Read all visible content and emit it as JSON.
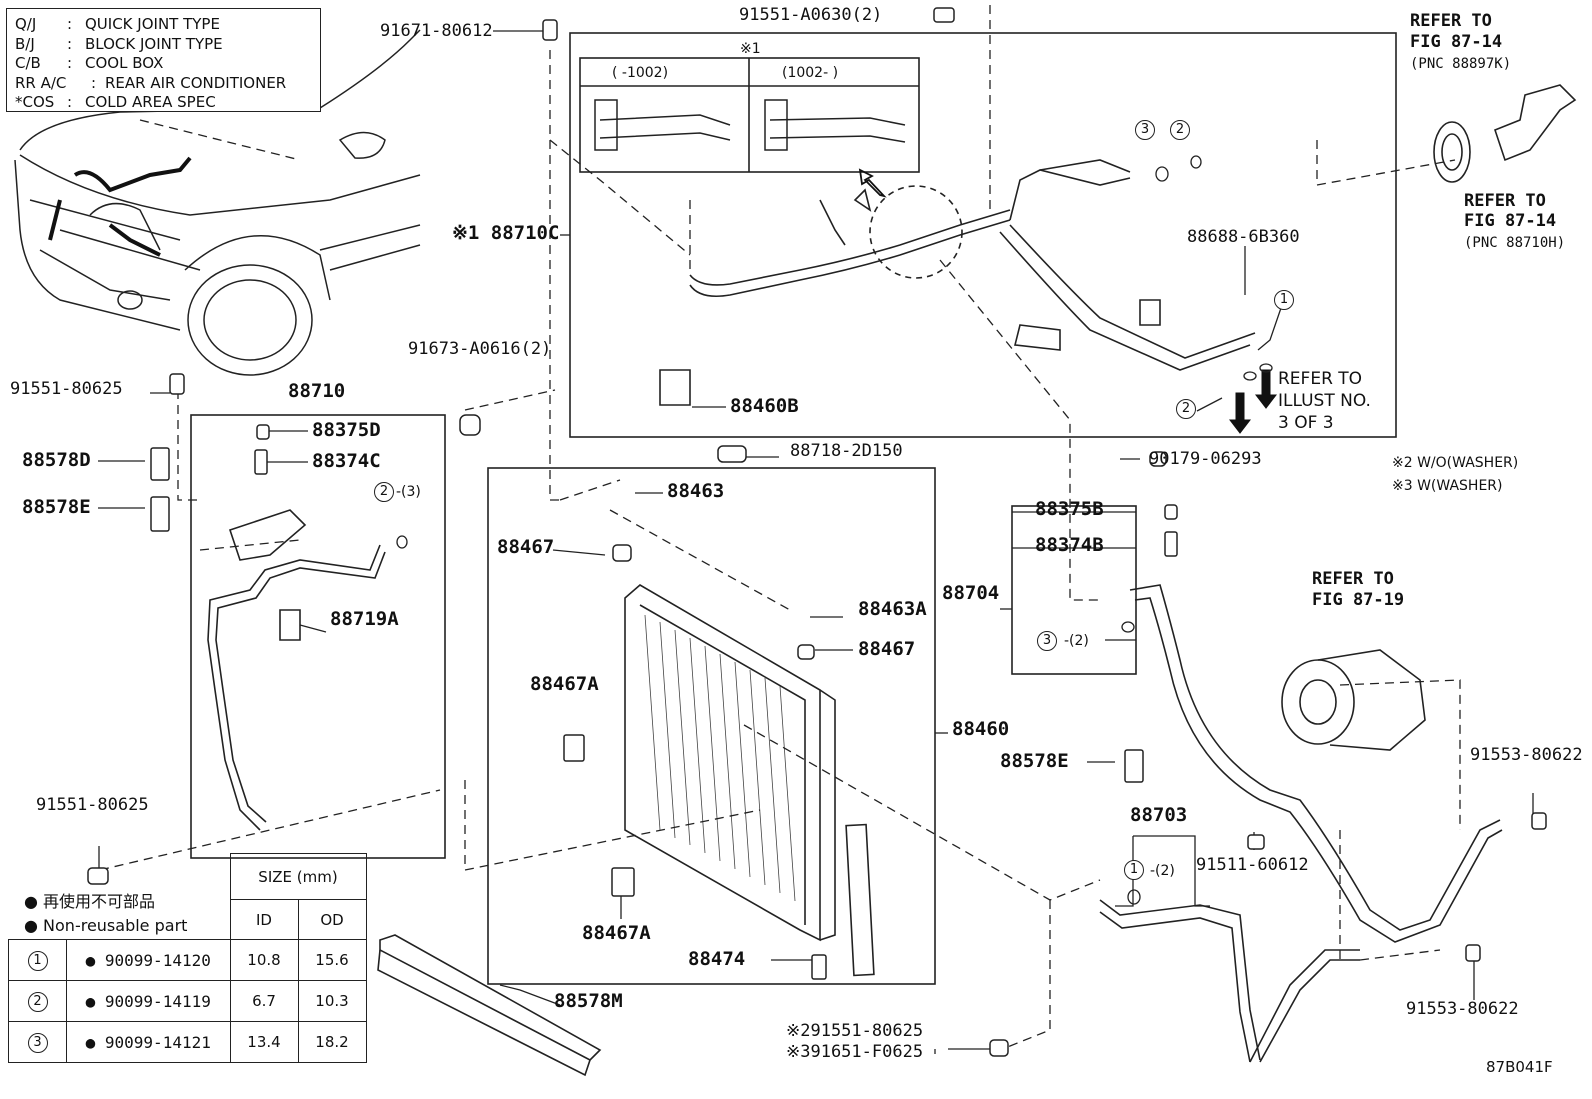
{
  "legend": [
    {
      "abbr": "Q/J",
      "sep": ":",
      "meaning": "QUICK JOINT TYPE"
    },
    {
      "abbr": "B/J",
      "sep": ":",
      "meaning": "BLOCK JOINT TYPE"
    },
    {
      "abbr": "C/B",
      "sep": ":",
      "meaning": "COOL BOX"
    },
    {
      "abbr": "RR A/C",
      "sep": ":",
      "meaning": "REAR AIR CONDITIONER"
    },
    {
      "abbr": "*COS",
      "sep": ":",
      "meaning": "COLD AREA SPEC"
    }
  ],
  "inset": {
    "mark": "※1",
    "left": "(      -1002)",
    "right": "(1002-      )"
  },
  "labels": {
    "p91671": "91671-80612",
    "p91551_a0630": "91551-A0630(2)",
    "refer_8714a_1": "REFER TO",
    "refer_8714a_2": "FIG 87-14",
    "refer_8714a_3": "(PNC 88897K)",
    "refer_8714b_1": "REFER TO",
    "refer_8714b_2": "FIG 87-14",
    "refer_8714b_3": "(PNC 88710H)",
    "p88710c": "※1 88710C",
    "p88688": "88688-6B360",
    "p91673": "91673-A0616(2)",
    "p88460b": "88460B",
    "refer_illust_1": "REFER TO",
    "refer_illust_2": "ILLUST NO.",
    "refer_illust_3": "3 OF 3",
    "p91551_80625_a": "91551-80625",
    "p88710": "88710",
    "p88375d": "88375D",
    "p88374c": "88374C",
    "p88578d": "88578D",
    "p88578e_a": "88578E",
    "c2_3": "-(3)",
    "p88719a": "88719A",
    "p88718": "88718-2D150",
    "p90179": "90179-06293",
    "note_2": "※2 W/O(WASHER)",
    "note_3": "※3 W(WASHER)",
    "p88463": "88463",
    "p88375b": "88375B",
    "p88374b": "88374B",
    "p88467_a": "88467",
    "p88704": "88704",
    "c3_2": "-(2)",
    "refer_8719_1": "REFER TO",
    "refer_8719_2": "FIG 87-19",
    "p88463a": "88463A",
    "p88467_b": "88467",
    "p88467a_a": "88467A",
    "p88460": "88460",
    "p88578e_b": "88578E",
    "p91553_a": "91553-80622",
    "p91551_80625_b": "91551-80625",
    "p88703": "88703",
    "c1_2": "-(2)",
    "p91511": "91511-60612",
    "p88467a_b": "88467A",
    "p88474": "88474",
    "p88578m": "88578M",
    "p91551_s2": "※291551-80625",
    "p91651_s3": "※391651-F0625",
    "p91553_b": "91553-80622",
    "figcode": "87B041F",
    "nonreuse_jp": "● 再使用不可部品",
    "nonreuse_en": "● Non-reusable part"
  },
  "size_table": {
    "header": "SIZE  (mm)",
    "col_id": "ID",
    "col_od": "OD",
    "rows": [
      {
        "num": "1",
        "part": "● 90099-14120",
        "id": "10.8",
        "od": "15.6"
      },
      {
        "num": "2",
        "part": "● 90099-14119",
        "id": "6.7",
        "od": "10.3"
      },
      {
        "num": "3",
        "part": "● 90099-14121",
        "id": "13.4",
        "od": "18.2"
      }
    ]
  },
  "circles": {
    "one": "1",
    "two": "2",
    "three": "3"
  }
}
